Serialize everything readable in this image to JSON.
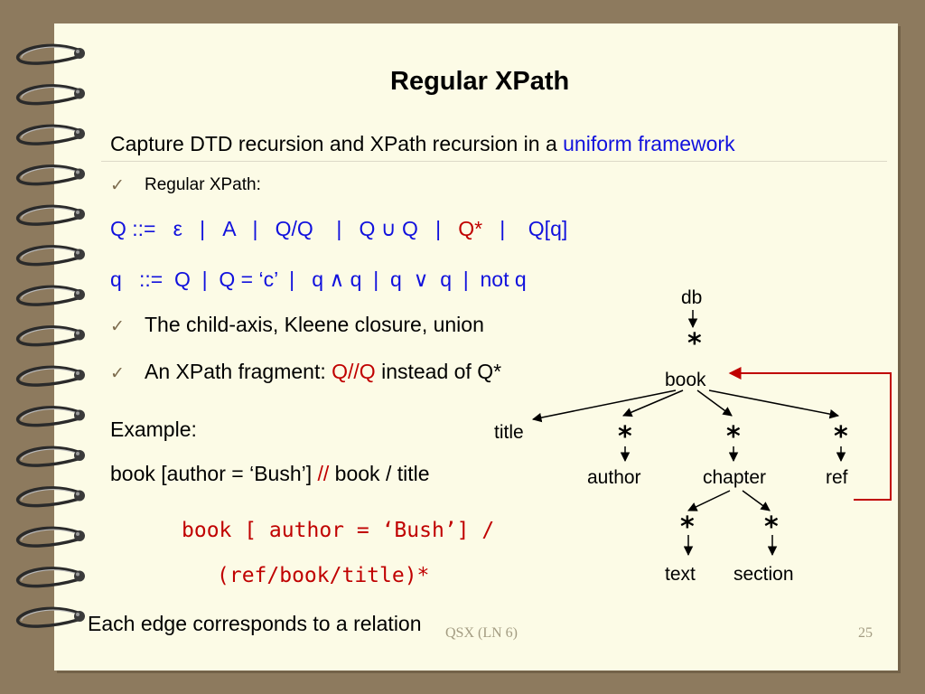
{
  "slide": {
    "title": "Regular XPath",
    "subtitle_prefix": "Capture DTD recursion and XPath recursion in a ",
    "subtitle_highlight": "uniform framework",
    "bullets": [
      {
        "icon": "checkmark-icon",
        "text": "Regular XPath:"
      },
      {
        "icon": "checkmark-icon",
        "text": "The child-axis, Kleene closure, union"
      },
      {
        "icon": "checkmark-icon",
        "prefix": "An XPath fragment: ",
        "highlight": "Q//Q",
        "suffix": " instead of Q*"
      }
    ],
    "grammar_q": {
      "lhs": "Q  ::=",
      "eps": "ε",
      "sep1": "   |   A   |   Q/Q    |   Q ∪ Q   |   ",
      "star": "Q*",
      "sep2": "   |    Q[q]"
    },
    "grammar_qual": "q   ::=  Q  |  Q = ‘c’  |   q ∧ q  |  q  ∨  q  |  not q",
    "example_label": "Example:",
    "example_query": {
      "prefix": "book [author = ‘Bush’] ",
      "op": "//",
      "suffix": " book / title"
    },
    "rewrite_line1": "book [ author = ‘Bush’] /",
    "rewrite_line2": "(ref/book/title)*",
    "footer_note": "Each edge corresponds to a relation",
    "footer_center": "QSX (LN 6)",
    "page_number": "25"
  },
  "tree": {
    "nodes": {
      "db": "db",
      "book": "book",
      "title": "title",
      "author": "author",
      "chapter": "chapter",
      "ref": "ref",
      "text": "text",
      "section": "section"
    },
    "star": "*"
  },
  "colors": {
    "accent_blue": "#1111dd",
    "accent_red": "#c00000",
    "slide_background": "#fcfbe6",
    "frame": "#8d7a5e",
    "tree_edge": "#000000",
    "back_edge": "#c00000"
  }
}
